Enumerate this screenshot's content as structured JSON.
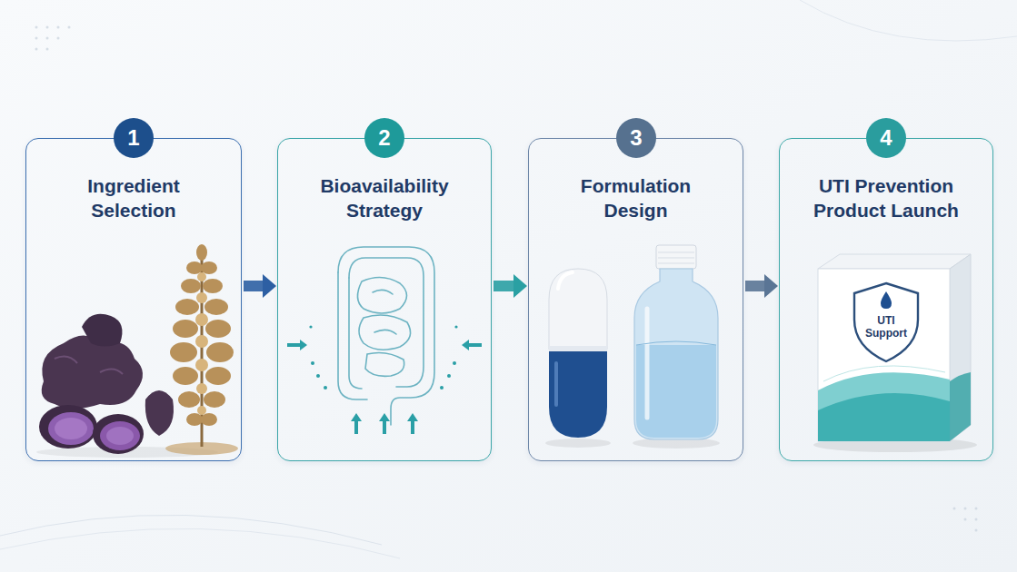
{
  "diagram": {
    "nodes": [
      {
        "text": [
          "Ingredient Selection"
        ]
      },
      {
        "text": [
          "1"
        ],
        "in": 0
      },
      {
        "text": [
          "Bioavailability Strategy"
        ]
      },
      {
        "text": [
          "2"
        ],
        "in": 2
      },
      {
        "text": [
          "Formulation Design"
        ]
      },
      {
        "text": [
          "3"
        ],
        "in": 4
      },
      {
        "text": [
          "UTI Prevention Product Launch"
        ]
      },
      {
        "text": [
          "4"
        ],
        "in": 6
      }
    ],
    "edges": [
      {
        "from": 0,
        "to": 2,
        "arrow": "to"
      },
      {
        "from": 2,
        "to": 4,
        "arrow": "to"
      },
      {
        "from": 4,
        "to": 6,
        "arrow": "to"
      }
    ],
    "labels": [
      "UTI Support"
    ]
  }
}
